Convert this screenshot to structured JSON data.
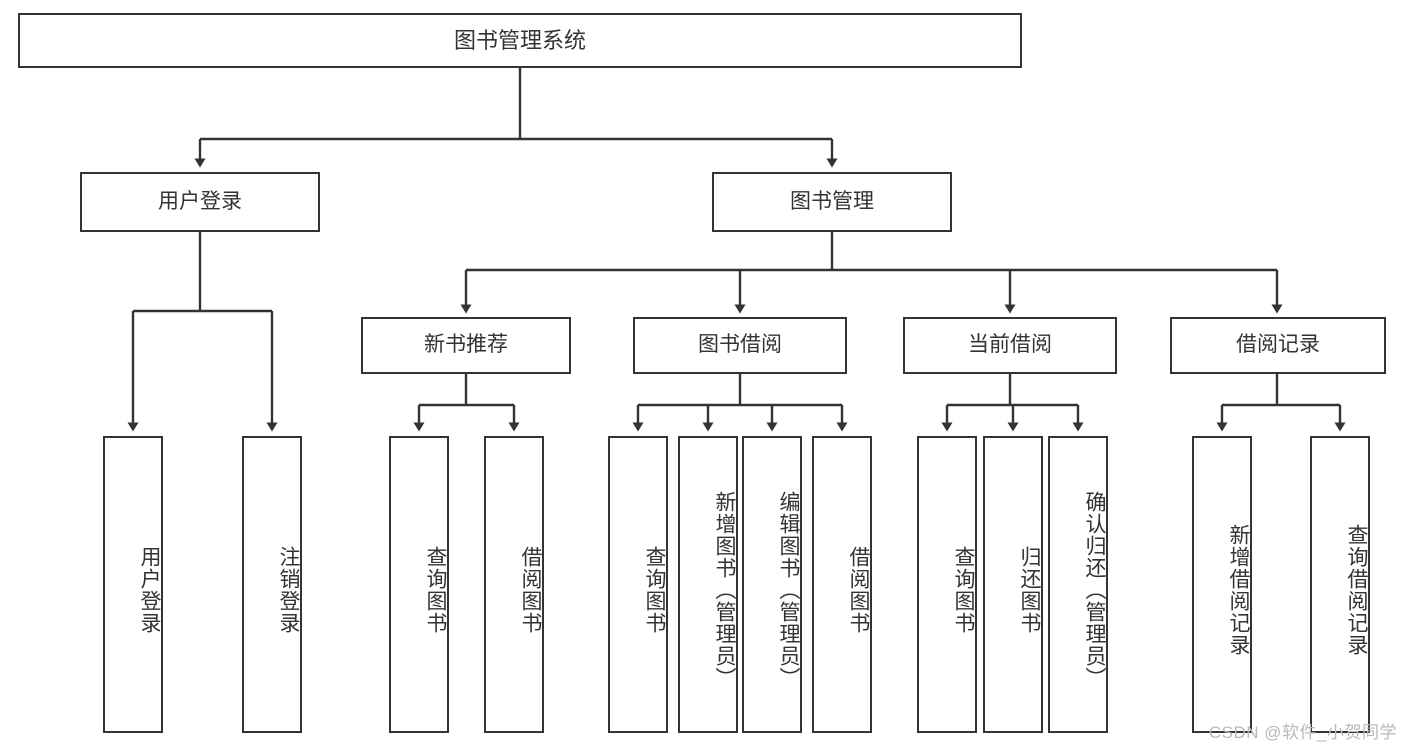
{
  "diagram": {
    "title": "图书管理系统",
    "type": "tree",
    "colors": {
      "border": "#333333",
      "text": "#333333",
      "background": "#ffffff",
      "watermark": "#b9b9b9"
    },
    "root": {
      "label": "图书管理系统"
    },
    "level2": [
      {
        "label": "用户登录"
      },
      {
        "label": "图书管理"
      }
    ],
    "level3": [
      {
        "label": "新书推荐"
      },
      {
        "label": "图书借阅"
      },
      {
        "label": "当前借阅"
      },
      {
        "label": "借阅记录"
      }
    ],
    "leaves": {
      "user_login": [
        {
          "label": "用户登录"
        },
        {
          "label": "注销登录"
        }
      ],
      "new_book_recommend": [
        {
          "label": "查询图书"
        },
        {
          "label": "借阅图书"
        }
      ],
      "book_borrow": [
        {
          "label": "查询图书"
        },
        {
          "label": "新增图书（管理员）"
        },
        {
          "label": "编辑图书（管理员）"
        },
        {
          "label": "借阅图书"
        }
      ],
      "current_borrow": [
        {
          "label": "查询图书"
        },
        {
          "label": "归还图书"
        },
        {
          "label": "确认归还（管理员）"
        }
      ],
      "borrow_record": [
        {
          "label": "新增借阅记录"
        },
        {
          "label": "查询借阅记录"
        }
      ]
    }
  },
  "watermark": {
    "text": "CSDN @软件_小贺同学"
  }
}
